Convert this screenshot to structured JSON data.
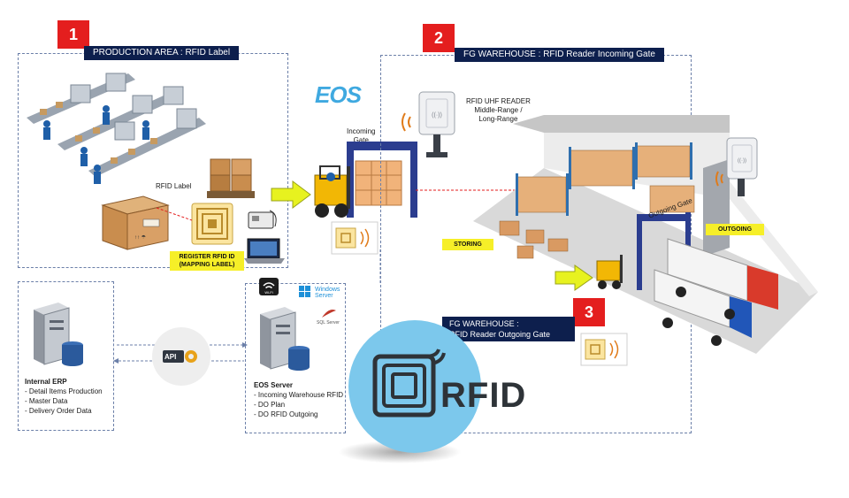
{
  "badges": {
    "one": "1",
    "two": "2",
    "three": "3"
  },
  "production": {
    "title": "PRODUCTION AREA : RFID Label",
    "rfid_label": "RFID Label",
    "register_label_line1": "REGISTER RFID ID",
    "register_label_line2": "(MAPPING LABEL)"
  },
  "eos_logo": "EOS",
  "incoming_gate": {
    "line1": "Incoming",
    "line2": "Gate"
  },
  "warehouse": {
    "title": "FG WAREHOUSE : RFID Reader Incoming Gate",
    "reader_line1": "RFID UHF READER",
    "reader_line2": "Middle-Range /",
    "reader_line3": "Long-Range",
    "storing": "STORING",
    "outgoing": "OUTGOING",
    "outgoing_gate": "Outgoing Gate",
    "outgoing_title_line1": "FG WAREHOUSE :",
    "outgoing_title_line2": "RFID Reader Outgoing Gate"
  },
  "erp": {
    "title": "Internal ERP",
    "items": [
      "- Detail Items Production",
      "- Master Data",
      "- Delivery Order Data"
    ]
  },
  "api_label": "API",
  "eos_server": {
    "title": "EOS Server",
    "items": [
      "- Incoming Warehouse RFID",
      "- DO Plan",
      "- DO RFID Outgoing"
    ],
    "wifi": "Wi-Fi",
    "windows_line1": "Windows",
    "windows_line2": "Server",
    "sql": "SQL Server"
  },
  "rfid_logo": "RFID",
  "colors": {
    "badge_red": "#e41e1e",
    "title_navy": "#0d1f4d",
    "label_yellow": "#f6ef28",
    "rfid_circle": "#7cc8ec",
    "truck_red": "#d93a2b",
    "truck_blue": "#2156b8",
    "forklift_yellow": "#f2b705"
  }
}
